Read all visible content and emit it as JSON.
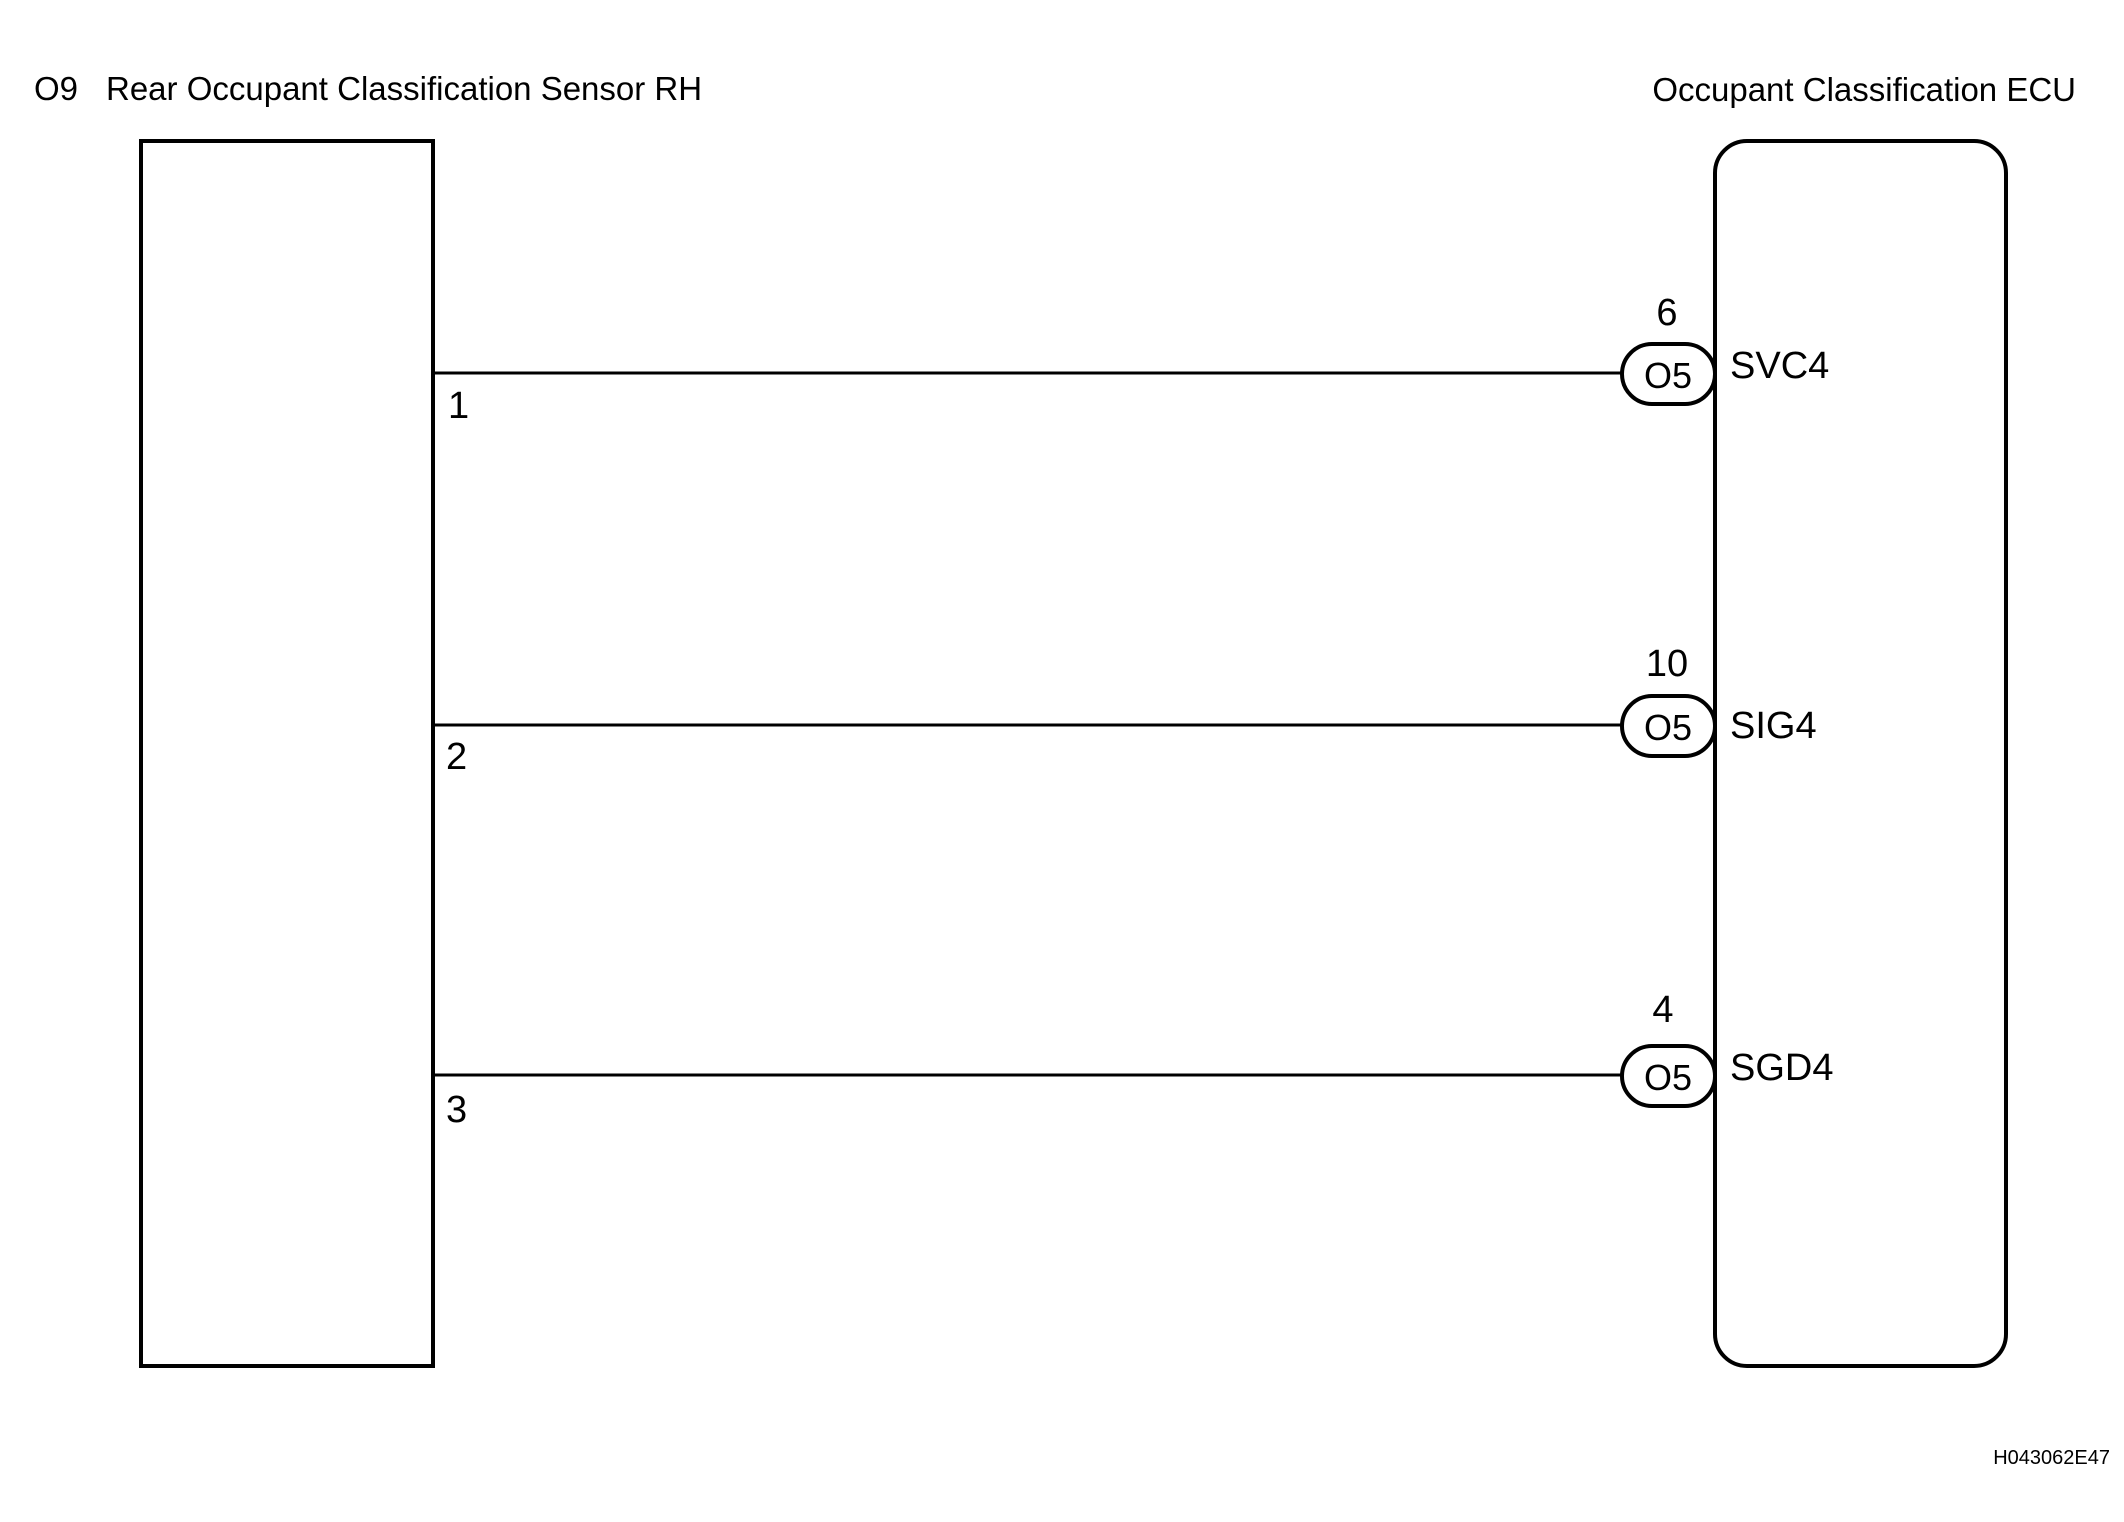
{
  "left_component": {
    "code": "O9",
    "name": "Rear Occupant Classification Sensor RH"
  },
  "right_component": {
    "name": "Occupant Classification ECU"
  },
  "connections": [
    {
      "sensor_pin": "1",
      "ecu_connector": "O5",
      "ecu_pin": "6",
      "signal": "SVC4"
    },
    {
      "sensor_pin": "2",
      "ecu_connector": "O5",
      "ecu_pin": "10",
      "signal": "SIG4"
    },
    {
      "sensor_pin": "3",
      "ecu_connector": "O5",
      "ecu_pin": "4",
      "signal": "SGD4"
    }
  ],
  "figure_code": "H043062E47"
}
